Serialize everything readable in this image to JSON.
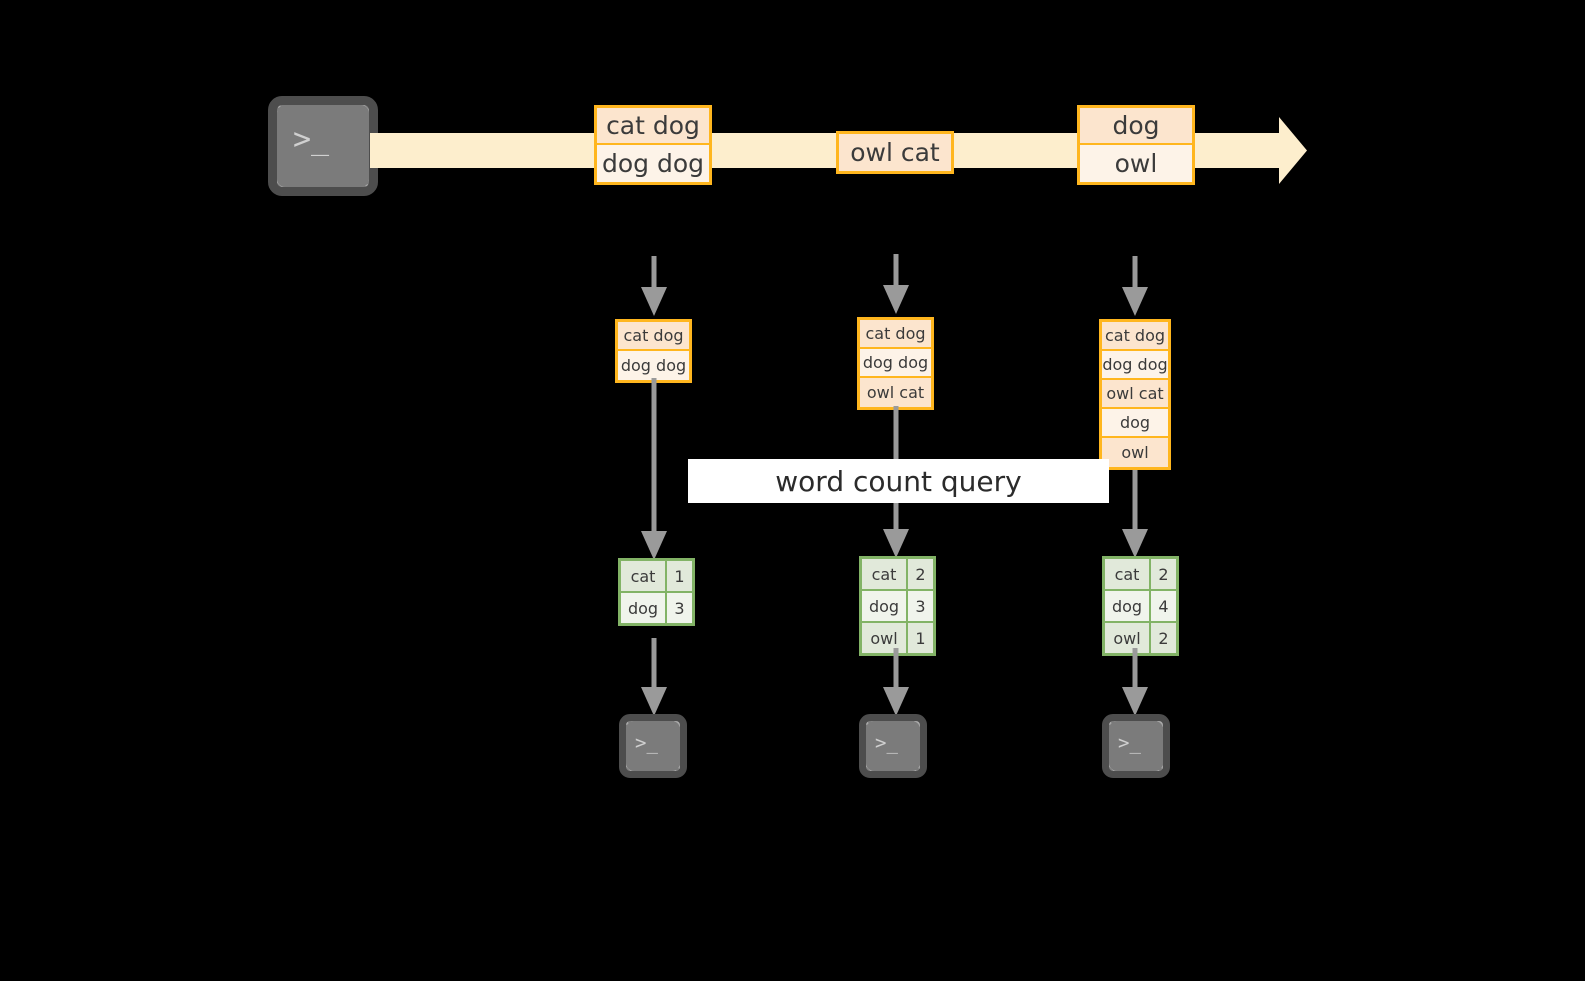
{
  "diagram": {
    "title_label": "word count query",
    "colors": {
      "background": "#000000",
      "stream_band": "#fdeecd",
      "record_border": "#ffb61e",
      "record_fill": "#fce5ce",
      "record_fill_alt": "#fdf3e8",
      "result_border": "#82b366",
      "result_fill": "#e1e9da",
      "result_fill_alt": "#f0f4ec",
      "connector": "#9a9a9a",
      "terminal_body": "#7b7b7b",
      "terminal_border": "#4d4d4d",
      "label_bg": "#ffffff",
      "text": "#3b3b3b"
    },
    "source": {
      "icon": "terminal-icon",
      "prompt_glyph": ">_"
    },
    "stream": {
      "records": [
        {
          "name": "record-group-1",
          "lines": [
            "cat dog",
            "dog dog"
          ]
        },
        {
          "name": "record-group-2",
          "lines": [
            "owl cat"
          ]
        },
        {
          "name": "record-group-3",
          "lines": [
            "dog",
            "owl"
          ]
        }
      ]
    },
    "columns": [
      {
        "name": "snapshot-1",
        "batch": [
          "cat dog",
          "dog dog"
        ],
        "result": [
          {
            "word": "cat",
            "count": "1"
          },
          {
            "word": "dog",
            "count": "3"
          }
        ],
        "sink": {
          "icon": "terminal-icon",
          "prompt_glyph": ">_"
        }
      },
      {
        "name": "snapshot-2",
        "batch": [
          "cat dog",
          "dog dog",
          "owl cat"
        ],
        "result": [
          {
            "word": "cat",
            "count": "2"
          },
          {
            "word": "dog",
            "count": "3"
          },
          {
            "word": "owl",
            "count": "1"
          }
        ],
        "sink": {
          "icon": "terminal-icon",
          "prompt_glyph": ">_"
        }
      },
      {
        "name": "snapshot-3",
        "batch": [
          "cat dog",
          "dog dog",
          "owl cat",
          "dog",
          "owl"
        ],
        "result": [
          {
            "word": "cat",
            "count": "2"
          },
          {
            "word": "dog",
            "count": "4"
          },
          {
            "word": "owl",
            "count": "2"
          }
        ],
        "sink": {
          "icon": "terminal-icon",
          "prompt_glyph": ">_"
        }
      }
    ]
  }
}
